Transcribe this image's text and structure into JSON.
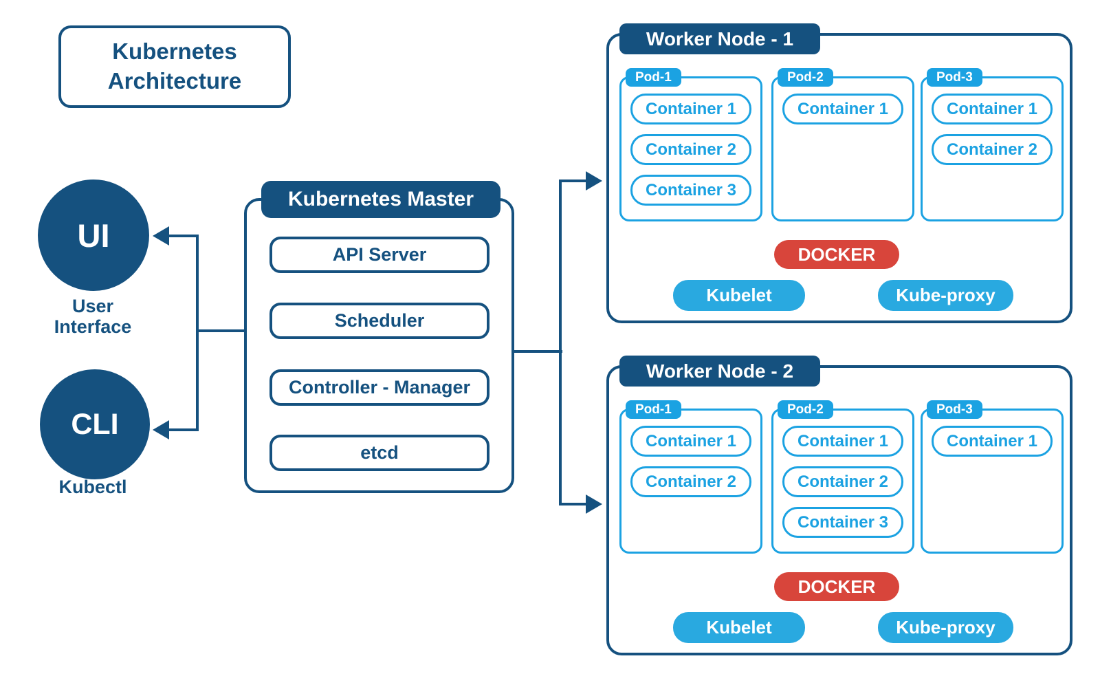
{
  "diagram_title": "Kubernetes Architecture",
  "colors": {
    "navy": "#15517f",
    "light_blue": "#1ba2e2",
    "agent_blue_fill": "#29a9e0",
    "docker_red": "#d8453b"
  },
  "clients": [
    {
      "abbr": "UI",
      "caption_line1": "User",
      "caption_line2": "Interface"
    },
    {
      "abbr": "CLI",
      "caption_line1": "Kubectl"
    }
  ],
  "master": {
    "title": "Kubernetes Master",
    "components": [
      "API Server",
      "Scheduler",
      "Controller - Manager",
      "etcd"
    ]
  },
  "workers": [
    {
      "title": "Worker Node - 1",
      "pods": [
        {
          "name": "Pod-1",
          "containers": [
            "Container 1",
            "Container 2",
            "Container 3"
          ]
        },
        {
          "name": "Pod-2",
          "containers": [
            "Container 1"
          ]
        },
        {
          "name": "Pod-3",
          "containers": [
            "Container 1",
            "Container 2"
          ]
        }
      ],
      "runtime": "DOCKER",
      "agents": [
        "Kubelet",
        "Kube-proxy"
      ]
    },
    {
      "title": "Worker Node - 2",
      "pods": [
        {
          "name": "Pod-1",
          "containers": [
            "Container 1",
            "Container 2"
          ]
        },
        {
          "name": "Pod-2",
          "containers": [
            "Container 1",
            "Container 2",
            "Container 3"
          ]
        },
        {
          "name": "Pod-3",
          "containers": [
            "Container 1"
          ]
        }
      ],
      "runtime": "DOCKER",
      "agents": [
        "Kubelet",
        "Kube-proxy"
      ]
    }
  ]
}
